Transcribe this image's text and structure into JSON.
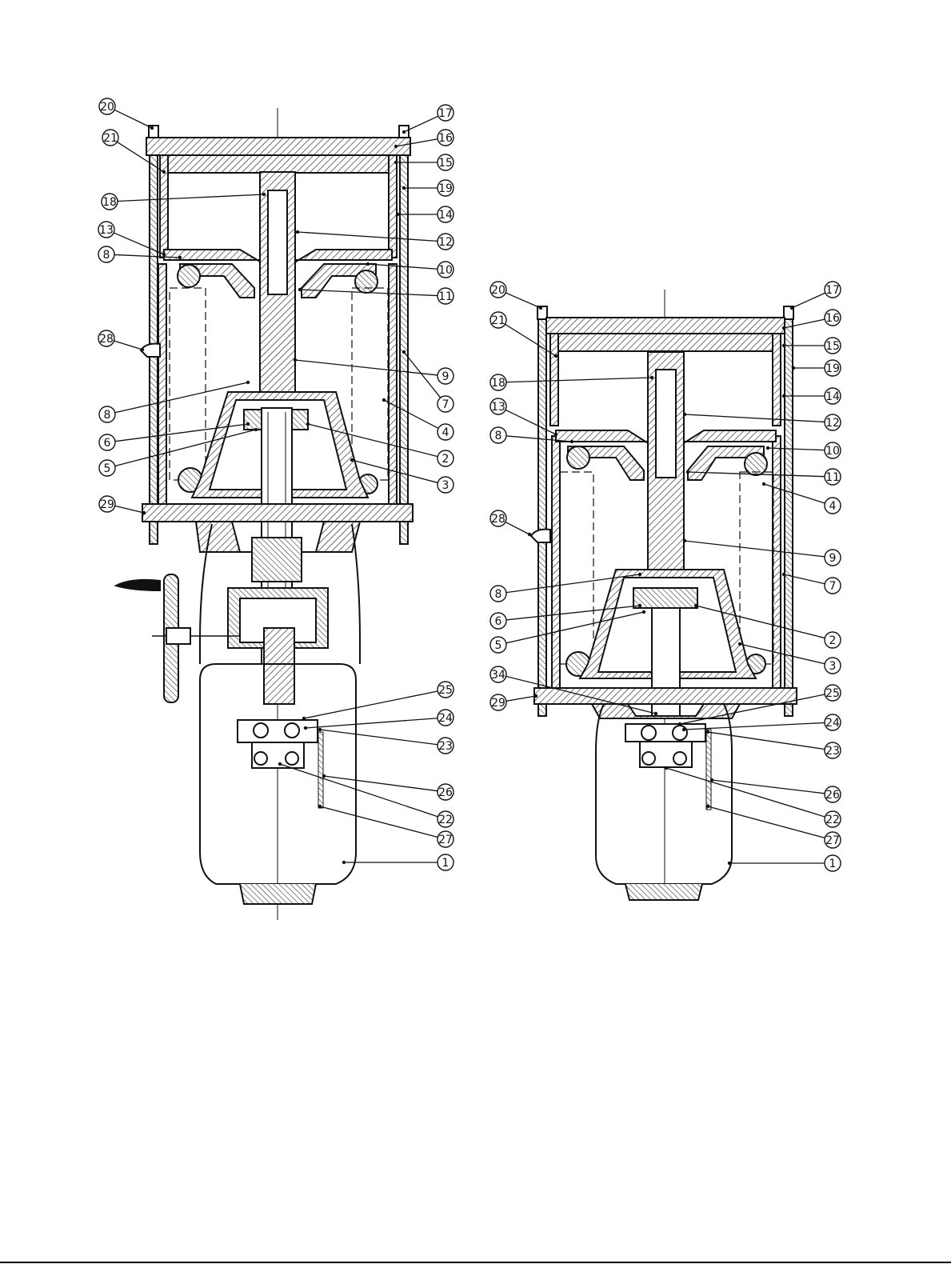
{
  "colors": {
    "ink": "#111111",
    "paper": "#ffffff",
    "hatch": "#333333"
  },
  "views": [
    {
      "id": "left-actuator",
      "callouts": [
        {
          "label": "20",
          "side": "left"
        },
        {
          "label": "21",
          "side": "left"
        },
        {
          "label": "18",
          "side": "left"
        },
        {
          "label": "13",
          "side": "left"
        },
        {
          "label": "8",
          "side": "left"
        },
        {
          "label": "28",
          "side": "left"
        },
        {
          "label": "8",
          "side": "left"
        },
        {
          "label": "6",
          "side": "left"
        },
        {
          "label": "5",
          "side": "left"
        },
        {
          "label": "29",
          "side": "left"
        },
        {
          "label": "17",
          "side": "right"
        },
        {
          "label": "16",
          "side": "right"
        },
        {
          "label": "15",
          "side": "right"
        },
        {
          "label": "19",
          "side": "right"
        },
        {
          "label": "14",
          "side": "right"
        },
        {
          "label": "12",
          "side": "right"
        },
        {
          "label": "10",
          "side": "right"
        },
        {
          "label": "11",
          "side": "right"
        },
        {
          "label": "9",
          "side": "right"
        },
        {
          "label": "7",
          "side": "right"
        },
        {
          "label": "4",
          "side": "right"
        },
        {
          "label": "2",
          "side": "right"
        },
        {
          "label": "3",
          "side": "right"
        },
        {
          "label": "25",
          "side": "right"
        },
        {
          "label": "24",
          "side": "right"
        },
        {
          "label": "23",
          "side": "right"
        },
        {
          "label": "26",
          "side": "right"
        },
        {
          "label": "22",
          "side": "right"
        },
        {
          "label": "27",
          "side": "right"
        },
        {
          "label": "1",
          "side": "right"
        }
      ]
    },
    {
      "id": "right-actuator",
      "callouts": [
        {
          "label": "20",
          "side": "left"
        },
        {
          "label": "21",
          "side": "left"
        },
        {
          "label": "18",
          "side": "left"
        },
        {
          "label": "13",
          "side": "left"
        },
        {
          "label": "8",
          "side": "left"
        },
        {
          "label": "28",
          "side": "left"
        },
        {
          "label": "8",
          "side": "left"
        },
        {
          "label": "6",
          "side": "left"
        },
        {
          "label": "5",
          "side": "left"
        },
        {
          "label": "34",
          "side": "left"
        },
        {
          "label": "29",
          "side": "left"
        },
        {
          "label": "17",
          "side": "right"
        },
        {
          "label": "16",
          "side": "right"
        },
        {
          "label": "15",
          "side": "right"
        },
        {
          "label": "19",
          "side": "right"
        },
        {
          "label": "14",
          "side": "right"
        },
        {
          "label": "12",
          "side": "right"
        },
        {
          "label": "10",
          "side": "right"
        },
        {
          "label": "11",
          "side": "right"
        },
        {
          "label": "4",
          "side": "right"
        },
        {
          "label": "9",
          "side": "right"
        },
        {
          "label": "7",
          "side": "right"
        },
        {
          "label": "2",
          "side": "right"
        },
        {
          "label": "3",
          "side": "right"
        },
        {
          "label": "25",
          "side": "right"
        },
        {
          "label": "24",
          "side": "right"
        },
        {
          "label": "23",
          "side": "right"
        },
        {
          "label": "26",
          "side": "right"
        },
        {
          "label": "22",
          "side": "right"
        },
        {
          "label": "27",
          "side": "right"
        },
        {
          "label": "1",
          "side": "right"
        }
      ]
    }
  ]
}
